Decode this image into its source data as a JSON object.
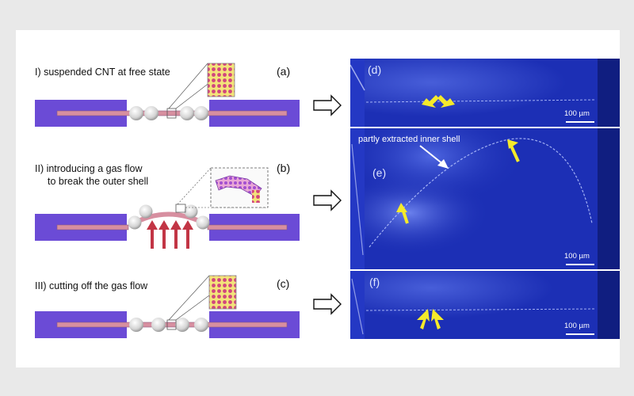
{
  "steps": [
    {
      "label": "I) suspended CNT at free state",
      "letter": "(a)"
    },
    {
      "label_line1": "II) introducing a gas flow",
      "label_line2": "to break the outer shell",
      "letter": "(b)"
    },
    {
      "label": "III) cutting off the gas flow",
      "letter": "(c)"
    }
  ],
  "panels": [
    {
      "letter": "(d)",
      "scale": "100 µm"
    },
    {
      "letter": "(e)",
      "scale": "100 µm",
      "annotation": "partly extracted inner shell"
    },
    {
      "letter": "(f)",
      "scale": "100 µm"
    }
  ],
  "colors": {
    "electrode": "#6b4bd6",
    "electrode_stripe": "#d78fa0",
    "bead": "#dcdcdc",
    "micro_bg": "#1c2fb5",
    "arrow_yellow": "#f5ea2a",
    "gas_arrow": "#c23545"
  },
  "icons": [
    "right-arrow-icon",
    "gas-flow-arrow-icon",
    "yellow-pointer-arrow-icon"
  ]
}
